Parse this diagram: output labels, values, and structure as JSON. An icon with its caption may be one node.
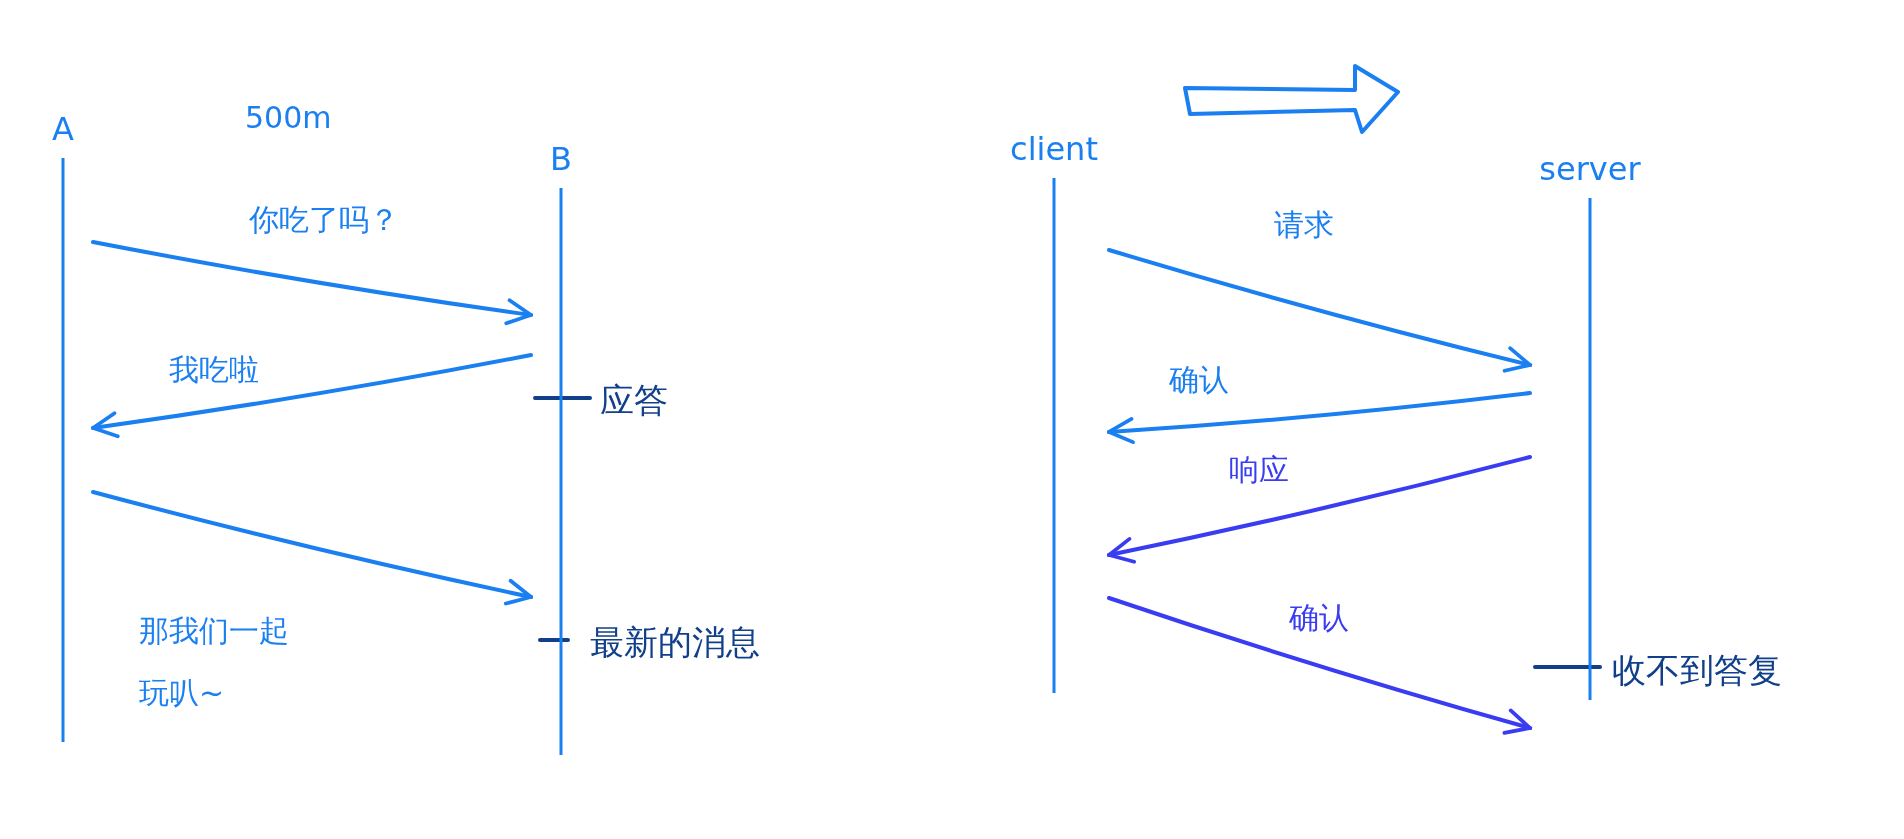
{
  "diagram": {
    "nodes": [
      {
        "text": [
          "A"
        ]
      },
      {
        "text": [
          "B"
        ]
      },
      {
        "text": [
          "client"
        ]
      },
      {
        "text": [
          "server"
        ]
      }
    ],
    "edges": [
      {
        "from": 0,
        "to": 1,
        "arrow": "to",
        "label": "你吃了吗？"
      },
      {
        "from": 1,
        "to": 0,
        "arrow": "to",
        "label": "我吃啦"
      },
      {
        "from": 0,
        "to": 1,
        "arrow": "to",
        "label": "那我们一起玩叭~"
      },
      {
        "from": 2,
        "to": 3,
        "arrow": "to",
        "label": "请求"
      },
      {
        "from": 3,
        "to": 2,
        "arrow": "to",
        "label": "确认"
      },
      {
        "from": 3,
        "to": 2,
        "arrow": "to",
        "label": "响应",
        "color": "#3a3cf2"
      },
      {
        "from": 2,
        "to": 3,
        "arrow": "to",
        "label": "确认",
        "color": "#3a3cf2"
      }
    ],
    "labels": [
      "500m",
      "应答",
      "最新的消息",
      "收不到答复"
    ]
  }
}
